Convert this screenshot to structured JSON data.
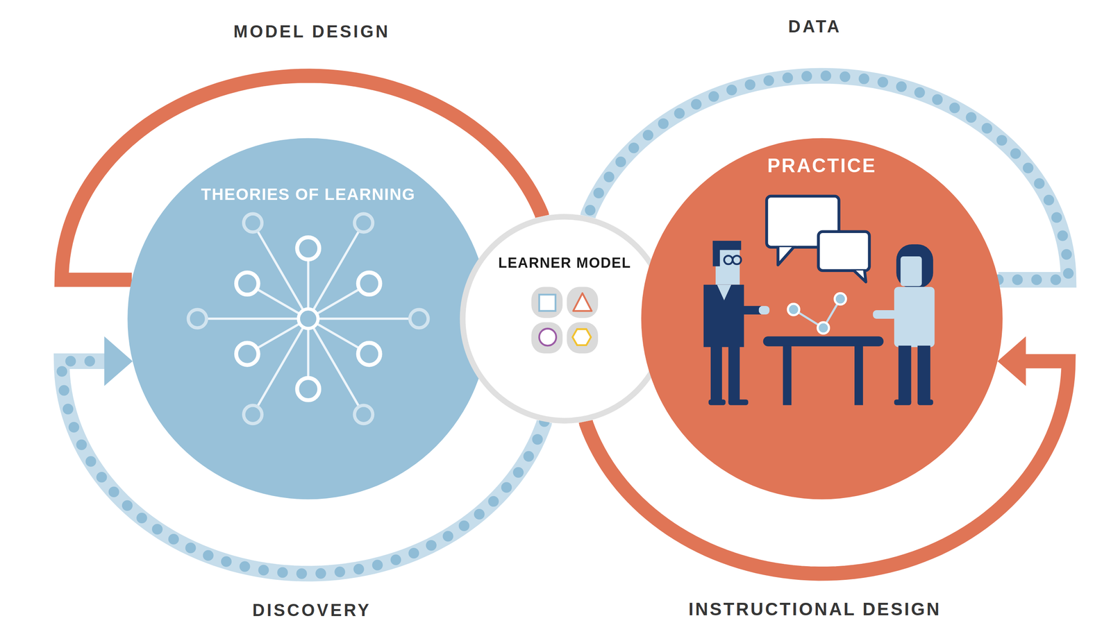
{
  "diagram": {
    "nodes": [
      {
        "text": [
          "THEORIES OF LEARNING"
        ]
      },
      {
        "text": [
          "LEARNER MODEL"
        ]
      },
      {
        "text": [
          "PRACTICE"
        ]
      }
    ],
    "edges": [
      {
        "from": 0,
        "to": 1,
        "arrow": "none",
        "label": "MODEL DESIGN"
      },
      {
        "from": 2,
        "to": 1,
        "arrow": "none",
        "label": "DATA"
      },
      {
        "from": 1,
        "to": 0,
        "arrow": "to",
        "label": "DISCOVERY"
      },
      {
        "from": 1,
        "to": 2,
        "arrow": "to",
        "label": "INSTRUCTIONAL DESIGN"
      }
    ]
  }
}
